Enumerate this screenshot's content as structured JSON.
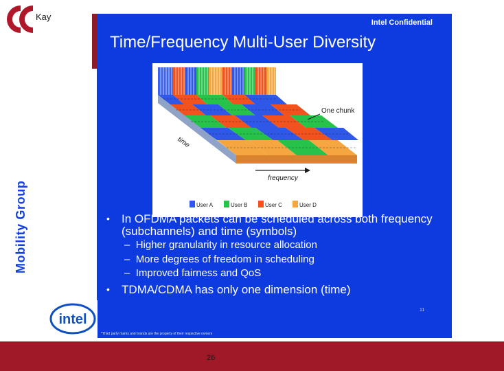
{
  "header": {
    "logo_text": "Kay"
  },
  "slide": {
    "confidential": "Intel Confidential",
    "title": "Time/Frequency Multi-User Diversity",
    "diagram": {
      "chunk_label": "One chunk",
      "time_label": "time",
      "frequency_label": "frequency",
      "legend": [
        {
          "label": "User A",
          "color": "#2f57e8"
        },
        {
          "label": "User B",
          "color": "#26c24a"
        },
        {
          "label": "User C",
          "color": "#f2521d"
        },
        {
          "label": "User D",
          "color": "#f5a640"
        }
      ]
    },
    "bullets": [
      "In OFDMA packets can be scheduled across both frequency (subchannels) and time (symbols)"
    ],
    "sub_bullets": [
      "Higher granularity in resource allocation",
      "More degrees of freedom in scheduling",
      "Improved fairness and QoS"
    ],
    "bullet2": "TDMA/CDMA has only one dimension (time)",
    "bullet_marker": "•",
    "dash_marker": "–",
    "small_page": "11",
    "footnote": "*Third party marks and brands are the property of their respective owners"
  },
  "side_label": "Mobility Group",
  "intel_logo_text": "intel",
  "footer": {
    "page_number": "26"
  }
}
